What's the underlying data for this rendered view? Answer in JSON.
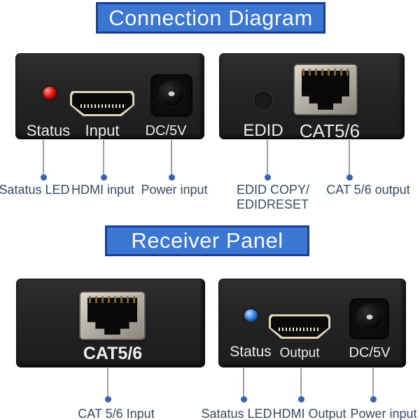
{
  "banners": {
    "connection": "Connection Diagram",
    "receiver": "Receiver Panel"
  },
  "panels": {
    "transmitter": {
      "status_label": "Status",
      "input_label": "Input",
      "power_label": "DC/5V"
    },
    "edid_cat": {
      "edid_label": "EDID",
      "cat_label": "CAT5/6"
    },
    "receiver_cat": {
      "cat_label": "CAT5/6"
    },
    "receiver_out": {
      "status_label": "Status",
      "output_label": "Output",
      "power_label": "DC/5V"
    }
  },
  "callouts": {
    "status_led_top": "Satatus LED",
    "hdmi_input": "HDMI input",
    "power_input_top": "Power input",
    "edid_copy_line1": "EDID COPY/",
    "edid_copy_line2": "EDIDRESET",
    "cat_output": "CAT 5/6 output",
    "cat_input": "CAT 5/6 Input",
    "status_led_bottom": "Satatus LED",
    "hdmi_output": "HDMI Output",
    "power_input_bottom": "Power input"
  },
  "colors": {
    "banner_fill": "#3b76d2",
    "banner_border": "#1e3c90",
    "led_red": "#e31109",
    "led_blue": "#2e7de8",
    "callout_text": "#374a63",
    "dot": "#3a63ac",
    "line": "#98a0ac"
  }
}
